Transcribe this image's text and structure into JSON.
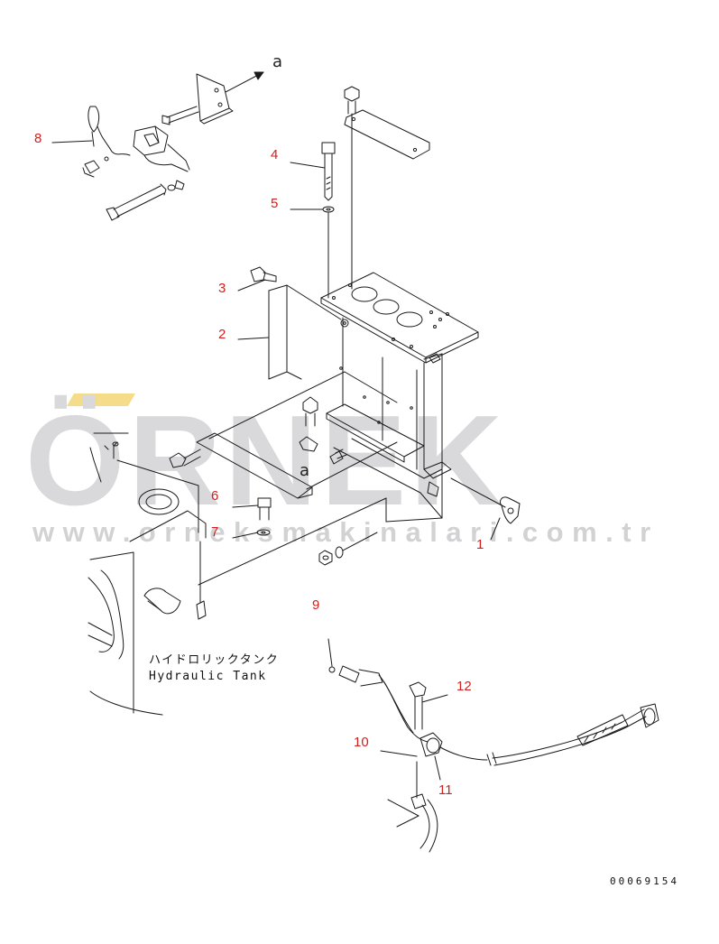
{
  "diagram": {
    "callouts": [
      {
        "id": "1",
        "text": "1"
      },
      {
        "id": "2",
        "text": "2"
      },
      {
        "id": "3",
        "text": "3"
      },
      {
        "id": "4",
        "text": "4"
      },
      {
        "id": "5",
        "text": "5"
      },
      {
        "id": "6",
        "text": "6"
      },
      {
        "id": "7",
        "text": "7"
      },
      {
        "id": "8",
        "text": "8"
      },
      {
        "id": "9",
        "text": "9"
      },
      {
        "id": "10",
        "text": "10"
      },
      {
        "id": "11",
        "text": "11"
      },
      {
        "id": "12",
        "text": "12"
      }
    ],
    "reference_mark": "a",
    "tank_label": {
      "jp": "ハイドロリックタンク",
      "en": "Hydraulic Tank"
    },
    "drawing_code": "00069154",
    "colors": {
      "callout": "#d02020",
      "line": "#1a1a1a",
      "watermark": "#d9d9db",
      "watermark_accent": "#f4dc8a"
    }
  },
  "watermark": {
    "brand": "ÖRNEK",
    "url": "www.orneksmakinalari.com.tr"
  }
}
